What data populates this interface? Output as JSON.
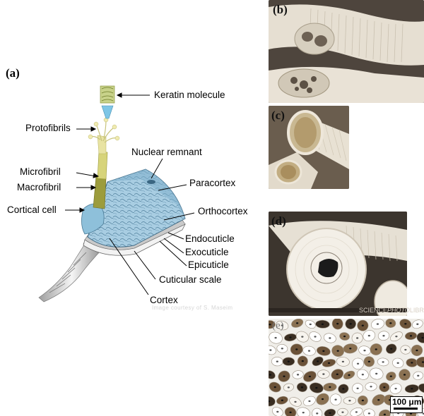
{
  "panels": {
    "a": "(a)",
    "b": "(b)",
    "c": "(c)",
    "d": "(d)",
    "e": "(e)"
  },
  "labels": {
    "keratin_molecule": "Keratin molecule",
    "protofibrils": "Protofibrils",
    "nuclear_remnant": "Nuclear remnant",
    "paracortex": "Paracortex",
    "microfibril": "Microfibril",
    "macrofibril": "Macrofibril",
    "orthocortex": "Orthocortex",
    "cortical_cell": "Cortical cell",
    "endocuticle": "Endocuticle",
    "exocuticle": "Exocuticle",
    "epicuticle": "Epicuticle",
    "cuticular_scale": "Cuticular scale",
    "cortex": "Cortex"
  },
  "credits": {
    "diagram": "Image courtesy of S. Maseim",
    "photo_d_prefix": "SCIENCE",
    "photo_d_mid": "PHOTO",
    "photo_d_suffix": "LIBRARY"
  },
  "scale_bar": {
    "label": "100 μm"
  },
  "colors": {
    "cortex_blue": "#a9cfe3",
    "cortex_dark": "#5d8fad",
    "fiber_photo": "#e7e1d6",
    "micrograph_bg": "#f0eee9"
  }
}
